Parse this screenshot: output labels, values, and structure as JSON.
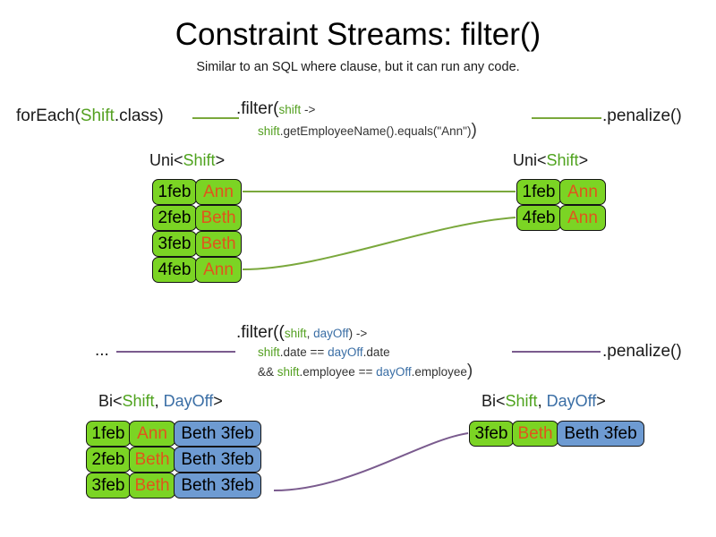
{
  "slide": {
    "title": "Constraint Streams: filter()",
    "subtitle": "Similar to an SQL where clause, but it can run any code."
  },
  "uni_section": {
    "source_call": {
      "prefix": "forEach(",
      "type": "Shift",
      "suffix": ".class)"
    },
    "filter_line1": {
      "head": ".filter(",
      "param": "shift",
      "arrow": " ->"
    },
    "filter_line2": {
      "param": "shift",
      "body": ".getEmployeeName().equals(\"Ann\")",
      "close": ")"
    },
    "terminal_call": ".penalize()",
    "left_label": {
      "prefix": "Uni<",
      "type1": "Shift",
      "suffix": ">"
    },
    "right_label": {
      "prefix": "Uni<",
      "type1": "Shift",
      "suffix": ">"
    },
    "left_rows": [
      {
        "date": "1feb",
        "name": "Ann"
      },
      {
        "date": "2feb",
        "name": "Beth"
      },
      {
        "date": "3feb",
        "name": "Beth"
      },
      {
        "date": "4feb",
        "name": "Ann"
      }
    ],
    "right_rows": [
      {
        "date": "1feb",
        "name": "Ann"
      },
      {
        "date": "4feb",
        "name": "Ann"
      }
    ]
  },
  "bi_section": {
    "source_call": "...",
    "filter_line1": {
      "head": ".filter((",
      "param1": "shift",
      "comma": ", ",
      "param2": "dayOff",
      "arrow": ") ->"
    },
    "filter_line2": {
      "param1": "shift",
      "mid": ".date == ",
      "param2": "dayOff",
      "tail": ".date"
    },
    "filter_line3": {
      "lead": "&& ",
      "param1": "shift",
      "mid": ".employee == ",
      "param2": "dayOff",
      "tail": ".employee",
      "close": ")"
    },
    "terminal_call": ".penalize()",
    "left_label": {
      "prefix": "Bi<",
      "type1": "Shift",
      "comma": ", ",
      "type2": "DayOff",
      "suffix": ">"
    },
    "right_label": {
      "prefix": "Bi<",
      "type1": "Shift",
      "comma": ", ",
      "type2": "DayOff",
      "suffix": ">"
    },
    "left_rows": [
      {
        "date": "1feb",
        "name": "Ann",
        "dayoff": "Beth 3feb"
      },
      {
        "date": "2feb",
        "name": "Beth",
        "dayoff": "Beth 3feb"
      },
      {
        "date": "3feb",
        "name": "Beth",
        "dayoff": "Beth 3feb"
      }
    ],
    "right_rows": [
      {
        "date": "3feb",
        "name": "Beth",
        "dayoff": "Beth 3feb"
      }
    ]
  },
  "colors": {
    "shift_green": "#4fa31e",
    "dayoff_blue": "#3a6ea5",
    "tuple_green": "#7bd424",
    "tuple_blue": "#6e9bd2",
    "name_orange": "#e0551c",
    "line_green": "#7aa83c",
    "line_purple": "#7a5b8e"
  }
}
